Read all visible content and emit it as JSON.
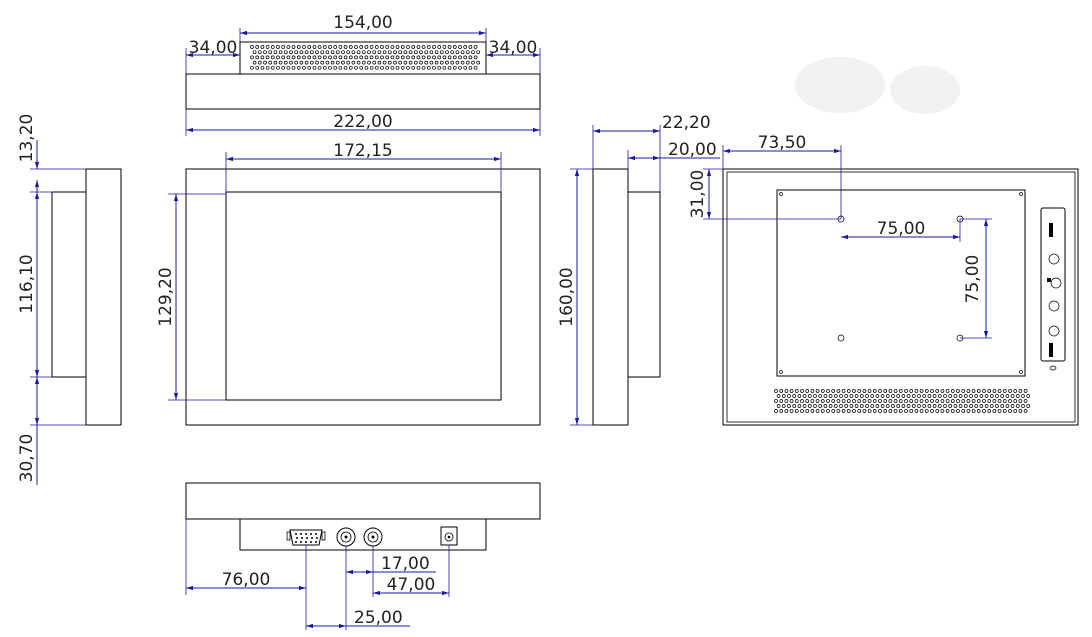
{
  "dimensions": {
    "top_total": "154,00",
    "top_left_offset": "34,00",
    "top_right_offset": "34,00",
    "overall_width": "222,00",
    "bezel_depth": "13,20",
    "body_height": "116,10",
    "bottom_offset": "30,70",
    "active_width": "172,15",
    "active_height": "129,20",
    "overall_height": "160,00",
    "depth_total": "22,20",
    "depth_back": "20,00",
    "mount_x": "73,50",
    "mount_y": "31,00",
    "vesa_h": "75,00",
    "vesa_v": "75,00",
    "connector_x": "76,00",
    "bnc_spacing": "25,00",
    "bnc_to_bnc": "17,00",
    "bnc_to_power": "47,00"
  },
  "colors": {
    "line": "#000000",
    "dimension": "#1a1aa0",
    "text": "#222222"
  }
}
